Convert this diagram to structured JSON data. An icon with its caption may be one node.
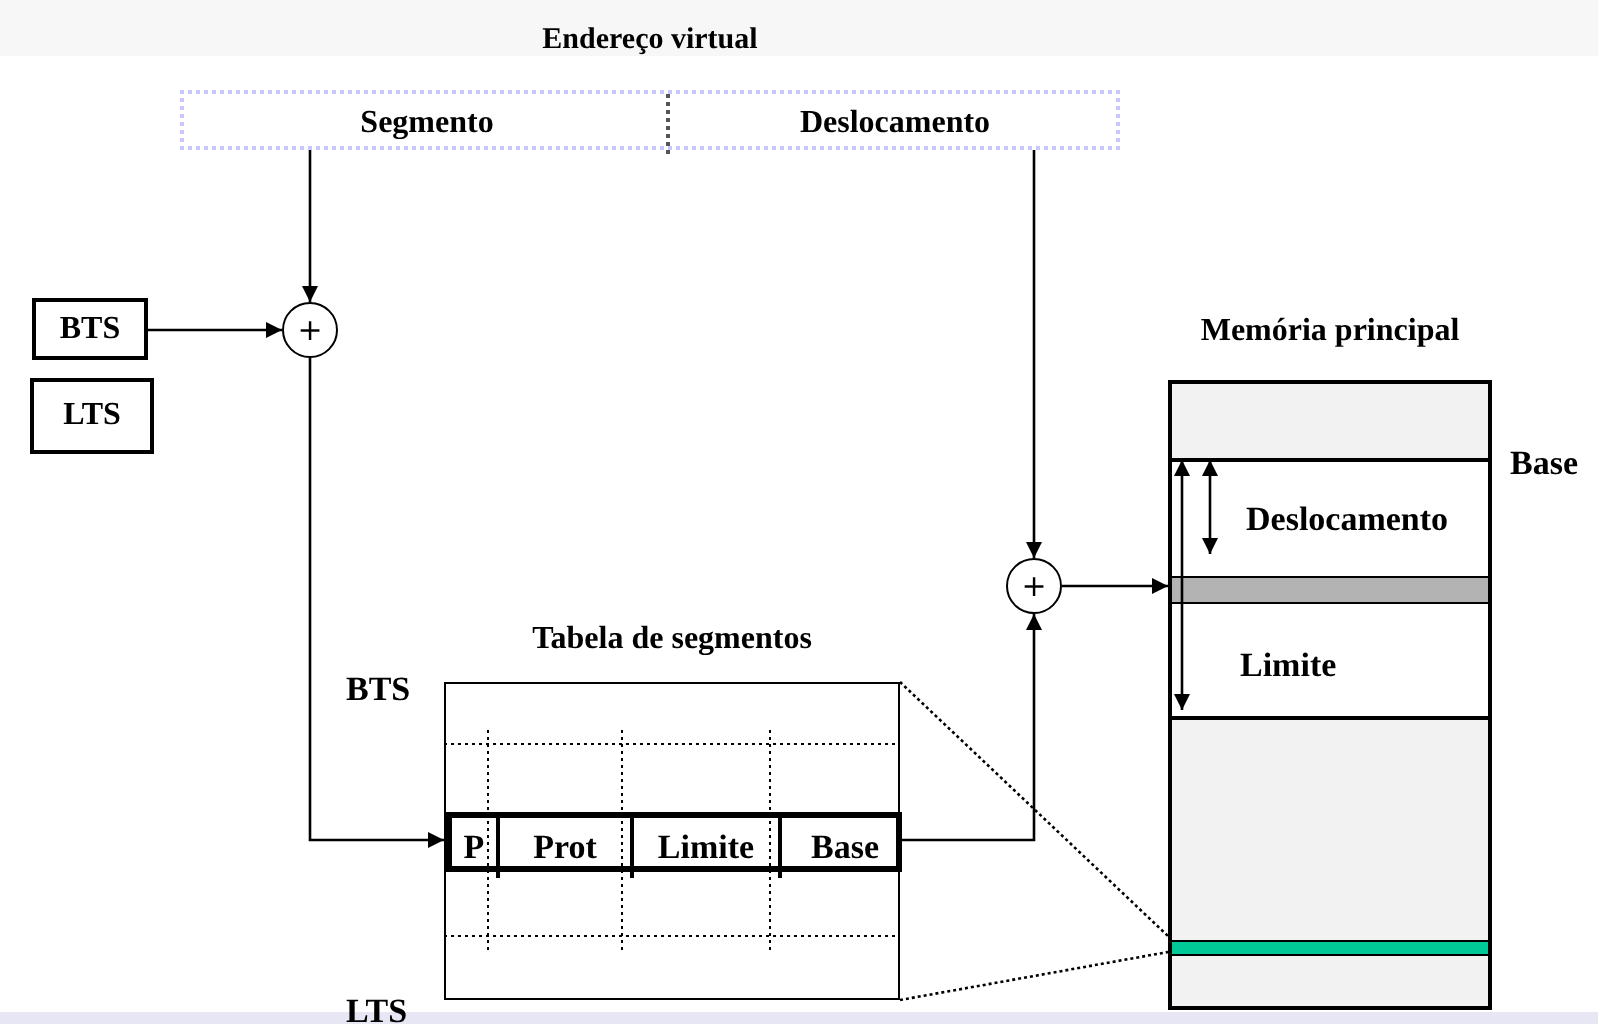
{
  "diagram": {
    "nodes": [
      {
        "text": [
          "Endereço virtual"
        ]
      },
      {
        "text": [
          "Segmento"
        ],
        "in": 0
      },
      {
        "text": [
          "Deslocamento"
        ],
        "in": 0
      },
      {
        "text": [
          "BTS"
        ]
      },
      {
        "text": [
          "LTS"
        ]
      },
      {
        "text": [
          "+"
        ]
      },
      {
        "text": [
          "+"
        ]
      },
      {
        "text": [
          "Tabela de segmentos"
        ],
        "beside": [
          "BTS",
          "LTS"
        ]
      },
      {
        "text": [],
        "shape": "box",
        "in": 7
      },
      {
        "text": [
          "P"
        ],
        "in": 8
      },
      {
        "text": [
          "Prot"
        ],
        "in": 8
      },
      {
        "text": [
          "Limite"
        ],
        "in": 8
      },
      {
        "text": [
          "Base"
        ],
        "in": 8
      },
      {
        "text": [
          "Memória principal"
        ]
      },
      {
        "text": [],
        "shape": "bar",
        "in": 13
      },
      {
        "text": [],
        "shape": "bar",
        "in": 13
      }
    ],
    "edges": [
      {
        "from": 1,
        "to": 5,
        "arrow": "to"
      },
      {
        "from": 3,
        "to": 5,
        "arrow": "to"
      },
      {
        "from": 5,
        "to": 8,
        "arrow": "to"
      },
      {
        "from": 2,
        "to": 6,
        "arrow": "to"
      },
      {
        "from": 12,
        "to": 6,
        "arrow": "to"
      },
      {
        "from": 6,
        "to": 14,
        "arrow": "to"
      },
      {
        "from": 7,
        "to": 15,
        "arrow": "none",
        "style": "dashed"
      },
      {
        "from": 7,
        "to": 15,
        "arrow": "none",
        "style": "dashed"
      }
    ],
    "labels": [
      "Base",
      "Deslocamento",
      "Limite"
    ]
  }
}
